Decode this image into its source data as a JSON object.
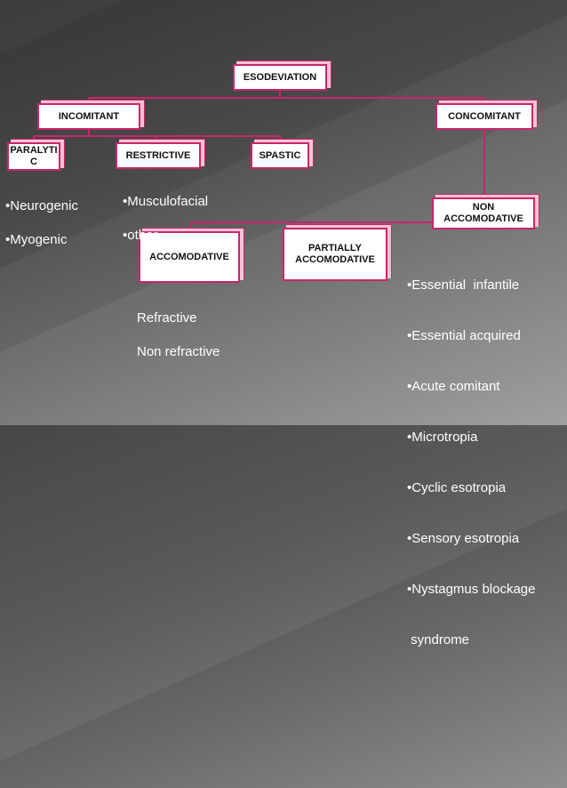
{
  "colors": {
    "box_border": "#c8266a",
    "connector": "#c8266a",
    "text": "#ffffff"
  },
  "nodes": {
    "esodeviation": "ESODEVIATION",
    "incomitant": "INCOMITANT",
    "concomitant": "CONCOMITANT",
    "paralytic": "PARALYTI\nC",
    "restrictive": "RESTRICTIVE",
    "spastic": "SPASTIC",
    "non_accomodative": "NON\nACCOMODATIVE",
    "accomodative": "ACCOMODATIVE",
    "partially_accomodative": "PARTIALLY\nACCOMODATIVE"
  },
  "notes": {
    "paralytic": [
      "•Neurogenic",
      "•Myogenic"
    ],
    "restrictive": [
      "•Musculofacial",
      "•other"
    ],
    "accomodative": [
      "Refractive",
      "Non refractive"
    ],
    "non_accomodative": [
      "•Essential  infantile",
      "•Essential acquired",
      "•Acute comitant",
      "•Microtropia",
      "•Cyclic esotropia",
      "•Sensory esotropia",
      "•Nystagmus blockage",
      " syndrome"
    ]
  }
}
